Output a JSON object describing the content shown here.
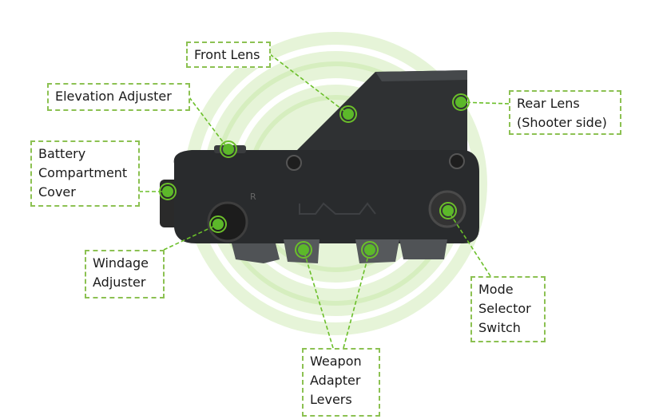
{
  "accent_color": "#6bbf2a",
  "labels": {
    "front_lens": [
      "Front Lens"
    ],
    "elevation_adjuster": [
      "Elevation Adjuster"
    ],
    "battery_cover": [
      "Battery",
      "Compartment",
      "Cover"
    ],
    "windage_adjuster": [
      "Windage",
      "Adjuster"
    ],
    "rear_lens": [
      "Rear Lens",
      "(Shooter side)"
    ],
    "mode_selector": [
      "Mode",
      "Selector",
      "Switch"
    ],
    "weapon_adapter_levers": [
      "Weapon",
      "Adapter",
      "Levers"
    ]
  },
  "device_marking": "R"
}
